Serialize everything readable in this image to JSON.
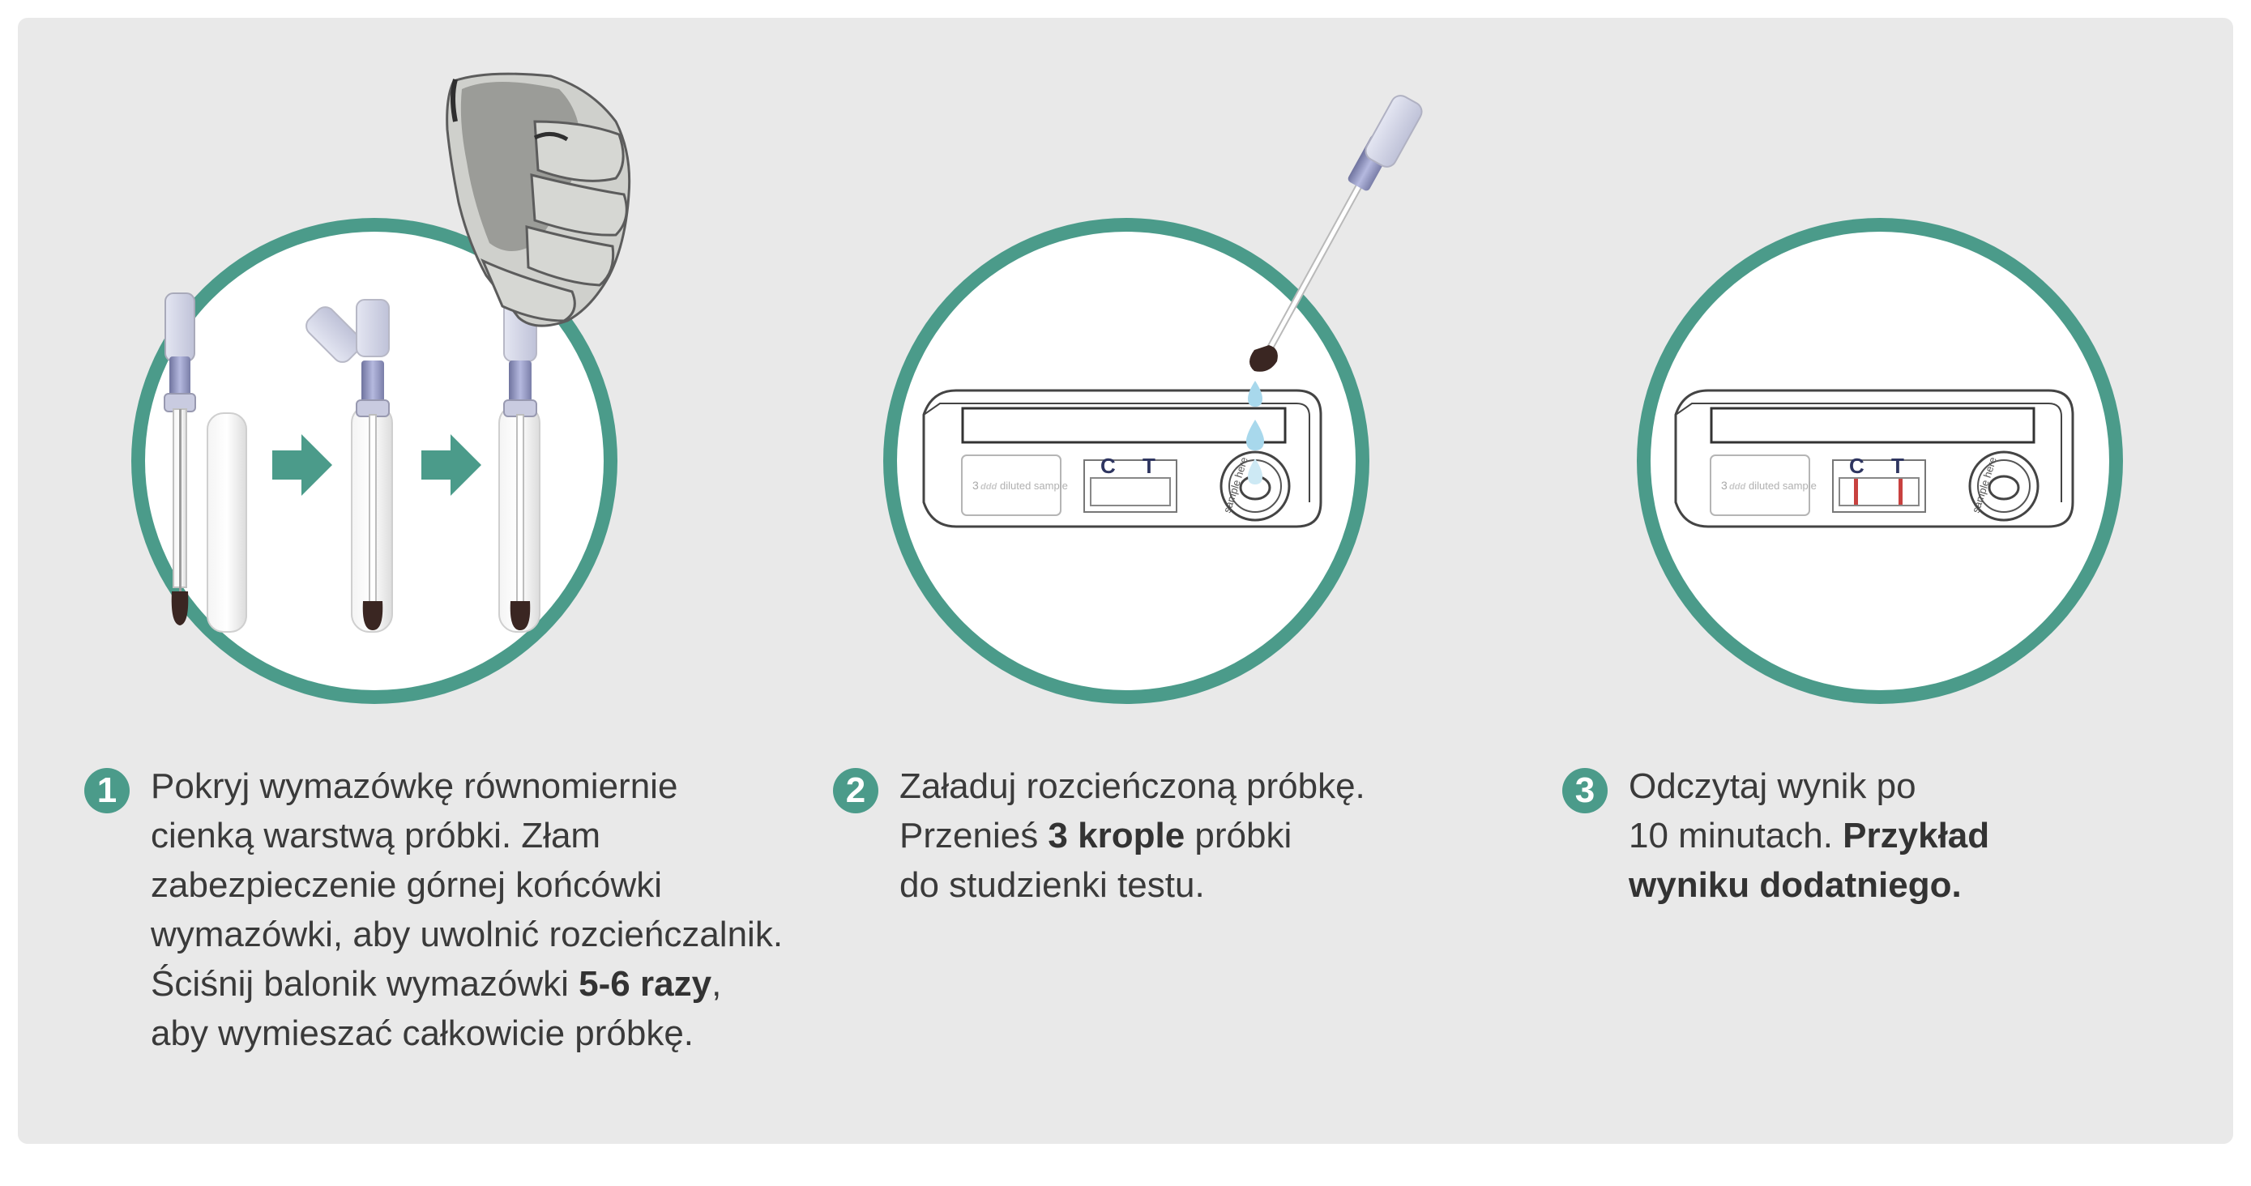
{
  "colors": {
    "background": "#e9e9e9",
    "accent": "#4b9b8a",
    "text": "#3a3a3a",
    "positive_line": "#c8413f",
    "test_letters": "#2e3560",
    "drop": "#a8d8ec"
  },
  "illustrations": {
    "step1": "swab-tubes-and-hand-icon",
    "step2": "sample-drop-icon",
    "step3": "positive-result-icon"
  },
  "cassette": {
    "c_label": "C",
    "t_label": "T",
    "box_label": "diluted sample",
    "box_drops": "3",
    "well_label": "sample here"
  },
  "steps": [
    {
      "number": "1",
      "lines": [
        "Pokryj wymazówkę równomiernie",
        "cienką warstwą próbki. Złam",
        "zabezpieczenie górnej końcówki",
        "wymazówki, aby uwolnić rozcieńczalnik."
      ],
      "line5_before": "Ściśnij balonik wymazówki ",
      "line5_bold": "5-6 razy",
      "line5_after": ",",
      "line6": "aby wymieszać całkowicie próbkę."
    },
    {
      "number": "2",
      "line1": "Załaduj rozcieńczoną próbkę.",
      "line2_before": "Przenieś ",
      "line2_bold": "3 krople",
      "line2_after": " próbki",
      "line3": "do studzienki testu."
    },
    {
      "number": "3",
      "line1": "Odczytaj wynik po",
      "line2_before": "10 minutach. ",
      "line2_bold": "Przykład",
      "line3_bold": "wyniku dodatniego."
    }
  ]
}
